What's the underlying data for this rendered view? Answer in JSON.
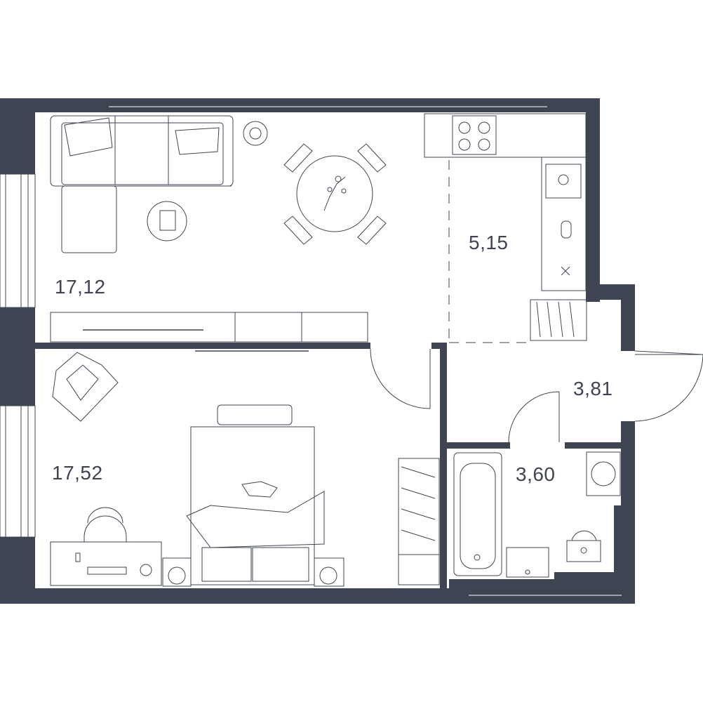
{
  "rooms": [
    {
      "id": "living",
      "area": "17,12"
    },
    {
      "id": "kitchen",
      "area": "5,15"
    },
    {
      "id": "bedroom",
      "area": "17,52"
    },
    {
      "id": "hall",
      "area": "3,81"
    },
    {
      "id": "bathroom",
      "area": "3,60"
    }
  ],
  "colors": {
    "wall": "#3f4452",
    "background": "#ffffff"
  }
}
